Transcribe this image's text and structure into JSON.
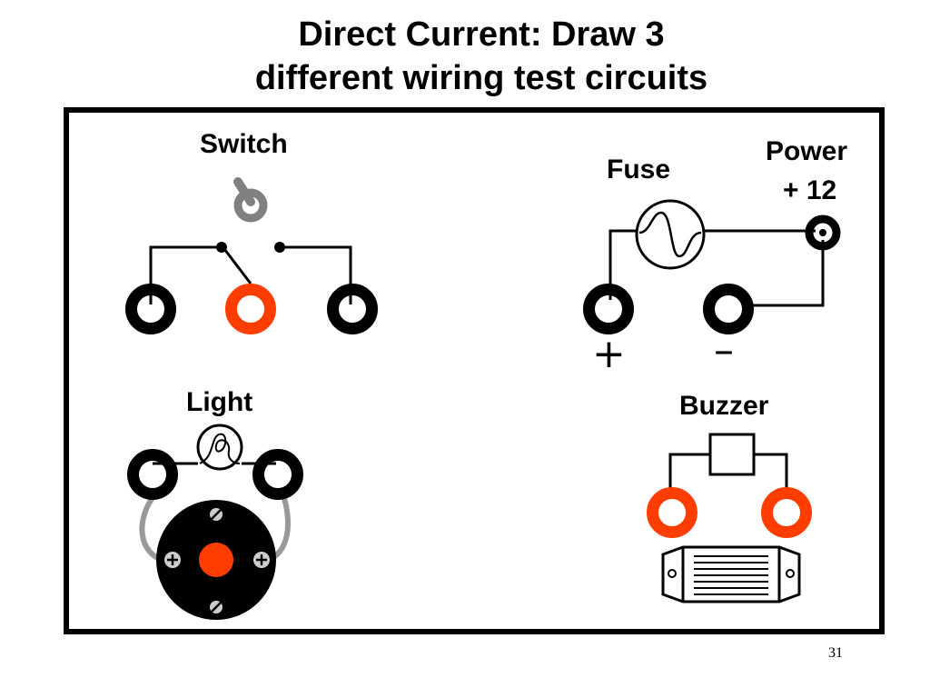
{
  "title": {
    "line1": "Direct Current: Draw 3",
    "line2": "different wiring test circuits"
  },
  "labels": {
    "switch": "Switch",
    "fuse": "Fuse",
    "power_line1": "Power",
    "power_line2": "+ 12",
    "plus": "+",
    "minus": "–",
    "light": "Light",
    "buzzer": "Buzzer"
  },
  "colors": {
    "black": "#000000",
    "terminal_red": "#ff3d00",
    "switch_grey": "#808080",
    "wire_grey": "#999999"
  },
  "page_number": "31"
}
